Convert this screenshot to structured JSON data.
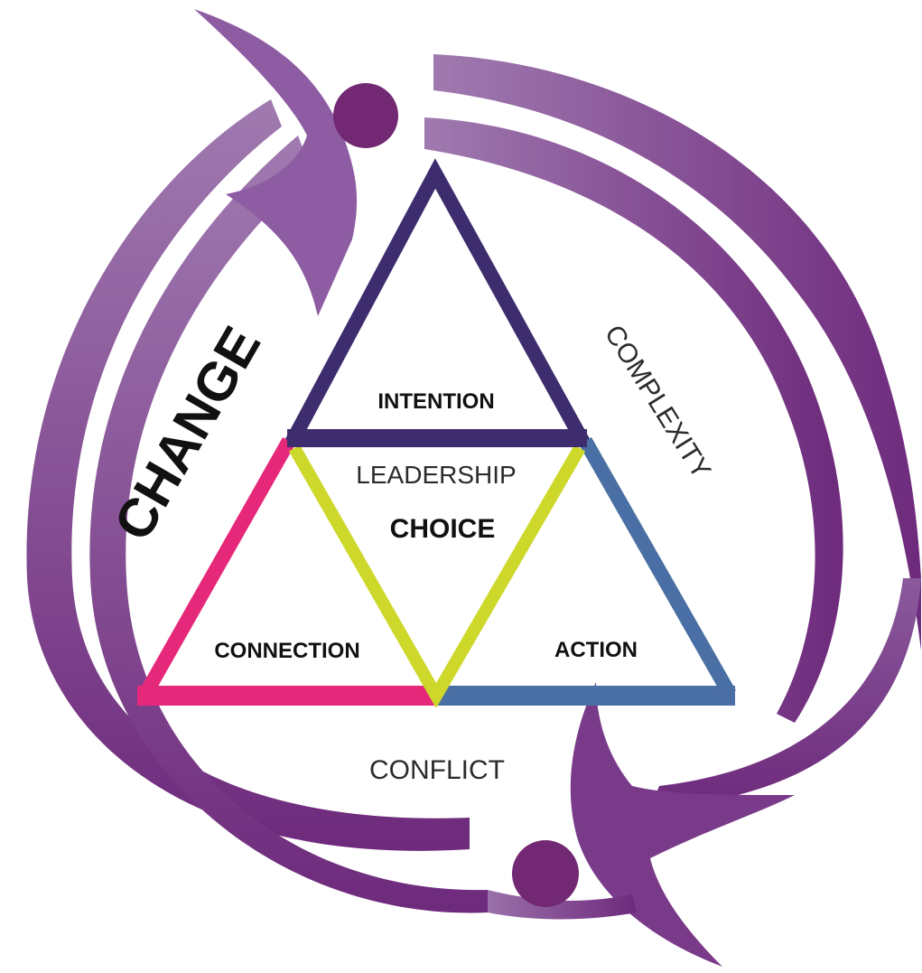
{
  "labels": {
    "change": "CHANGE",
    "complexity": "COMPLEXITY",
    "conflict": "CONFLICT",
    "intention": "INTENTION",
    "leadership": "LEADERSHIP",
    "choice": "CHOICE",
    "connection": "CONNECTION",
    "action": "ACTION"
  },
  "colors": {
    "swoosh_light": "#a07ab0",
    "swoosh_dark": "#6e2a7c",
    "head": "#722873",
    "intention_edge": "#3d2d6e",
    "connection_edge": "#e6287a",
    "action_edge": "#4a6fa5",
    "inner_edge": "#cdd82a",
    "label_text": "#111111"
  },
  "icons": [
    "figure-head-icon",
    "figure-head-icon"
  ]
}
